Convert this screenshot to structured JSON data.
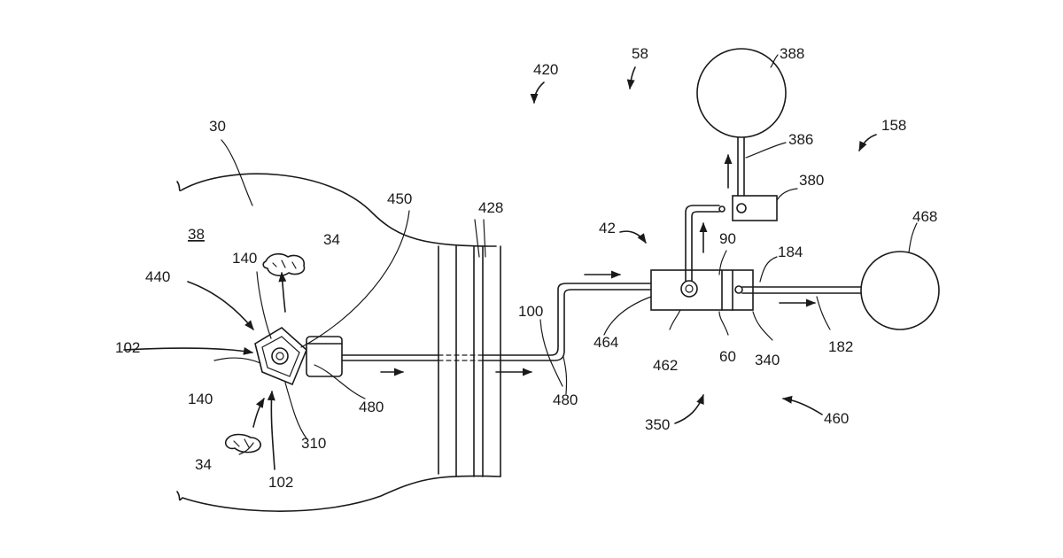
{
  "labels": {
    "r30": "30",
    "r38": "38",
    "r34a": "34",
    "r34b": "34",
    "r440": "440",
    "r140a": "140",
    "r140b": "140",
    "r450": "450",
    "r102a": "102",
    "r102b": "102",
    "r310": "310",
    "r480a": "480",
    "r480b": "480",
    "r428": "428",
    "r100": "100",
    "r420": "420",
    "r58": "58",
    "r42": "42",
    "r464": "464",
    "r462": "462",
    "r60": "60",
    "r90": "90",
    "r184": "184",
    "r340": "340",
    "r182": "182",
    "r350": "350",
    "r460": "460",
    "r380": "380",
    "r386": "386",
    "r388": "388",
    "r158": "158",
    "r468": "468"
  }
}
